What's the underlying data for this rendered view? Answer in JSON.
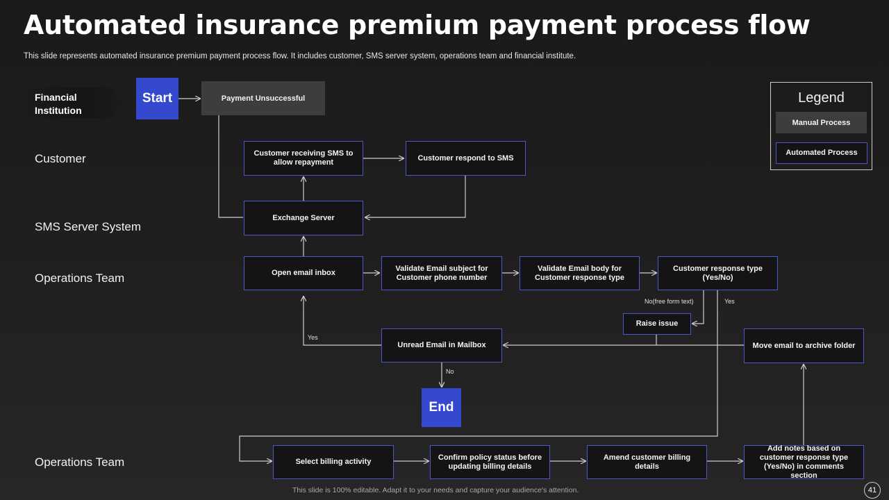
{
  "header": {
    "title": "Automated insurance premium payment process flow",
    "subtitle": "This slide represents automated  insurance premium payment process flow. It includes customer, SMS server system, operations team and financial institute."
  },
  "lanes": {
    "financial_institution": "Financial Institution",
    "customer": "Customer",
    "sms_server": "SMS Server System",
    "operations_team_1": "Operations Team",
    "operations_team_2": "Operations Team"
  },
  "terminals": {
    "start": "Start",
    "end": "End"
  },
  "nodes": {
    "payment_unsuccessful": "Payment Unsuccessful",
    "customer_receiving_sms": "Customer receiving SMS to allow repayment",
    "customer_respond_sms": "Customer respond to SMS",
    "exchange_server": "Exchange Server",
    "open_email_inbox": "Open email inbox",
    "validate_subject": "Validate Email subject for Customer phone number",
    "validate_body": "Validate Email body for Customer response type",
    "customer_response_type": "Customer response type (Yes/No)",
    "raise_issue": "Raise issue",
    "unread_email": "Unread Email in Mailbox",
    "move_email_archive": "Move email to archive folder",
    "select_billing": "Select billing activity",
    "confirm_policy": "Confirm policy status before updating billing details",
    "amend_billing": "Amend customer billing details",
    "add_notes": "Add notes based on customer response type (Yes/No) in comments section"
  },
  "edge_labels": {
    "no_free_form": "No(free form text)",
    "yes_right": "Yes",
    "yes_left": "Yes",
    "no_end": "No"
  },
  "legend": {
    "title": "Legend",
    "manual": "Manual Process",
    "automated": "Automated Process"
  },
  "footer": {
    "note": "This slide is 100% editable. Adapt it to your needs and capture your audience's attention.",
    "page": "41"
  },
  "colors": {
    "accent_blue": "#3549cf",
    "box_border": "#4a58c8",
    "manual_grey": "#3d3d3d",
    "connector": "#cfcfcf"
  }
}
